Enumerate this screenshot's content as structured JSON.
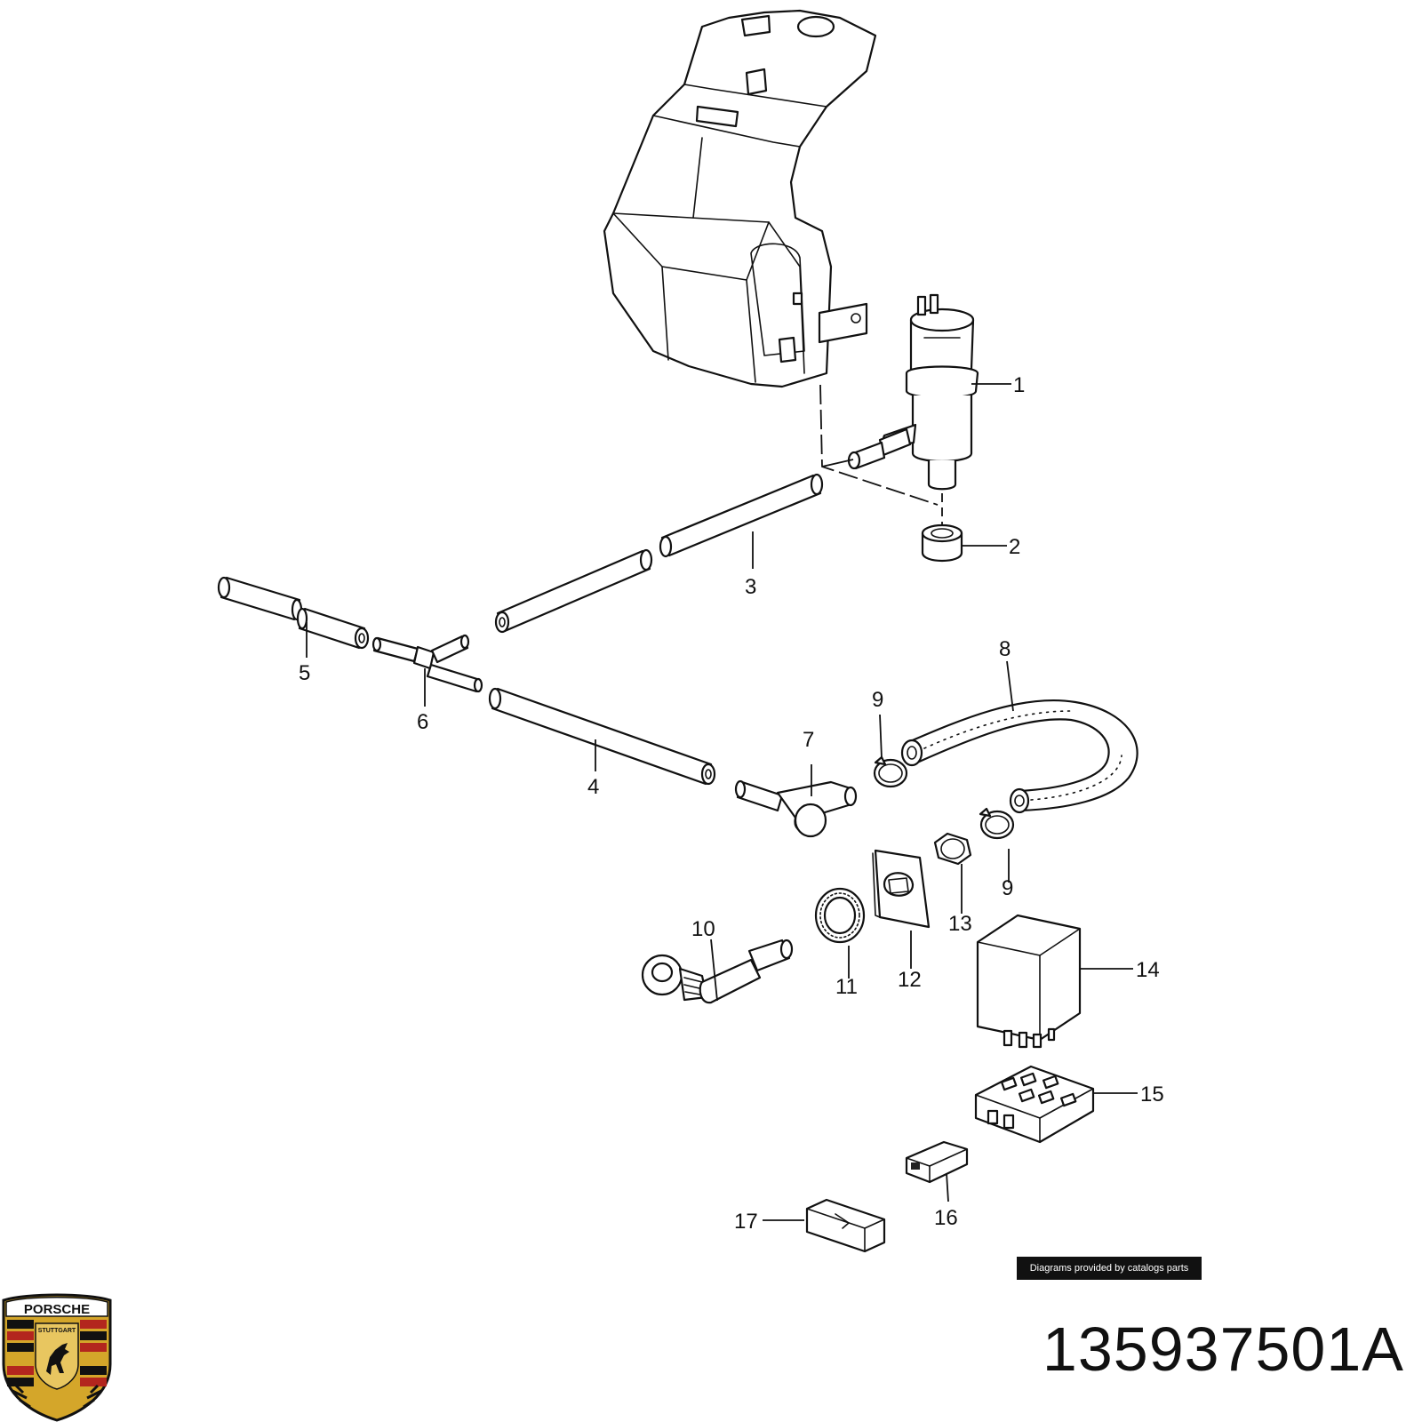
{
  "diagram": {
    "callouts": [
      {
        "id": "c1",
        "label": "1"
      },
      {
        "id": "c2",
        "label": "2"
      },
      {
        "id": "c3",
        "label": "3"
      },
      {
        "id": "c4",
        "label": "4"
      },
      {
        "id": "c5",
        "label": "5"
      },
      {
        "id": "c6",
        "label": "6"
      },
      {
        "id": "c7",
        "label": "7"
      },
      {
        "id": "c8",
        "label": "8"
      },
      {
        "id": "c9a",
        "label": "9"
      },
      {
        "id": "c9b",
        "label": "9"
      },
      {
        "id": "c10",
        "label": "10"
      },
      {
        "id": "c11",
        "label": "11"
      },
      {
        "id": "c12",
        "label": "12"
      },
      {
        "id": "c13",
        "label": "13"
      },
      {
        "id": "c14",
        "label": "14"
      },
      {
        "id": "c15",
        "label": "15"
      },
      {
        "id": "c16",
        "label": "16"
      },
      {
        "id": "c17",
        "label": "17"
      }
    ]
  },
  "credit": "Diagrams provided by catalogs parts",
  "part_number": "135937501A",
  "logo": {
    "brand": "PORSCHE",
    "city": "STUTTGART",
    "colors": {
      "gold": "#d4a62a",
      "red": "#b3261e",
      "black": "#111111"
    }
  }
}
